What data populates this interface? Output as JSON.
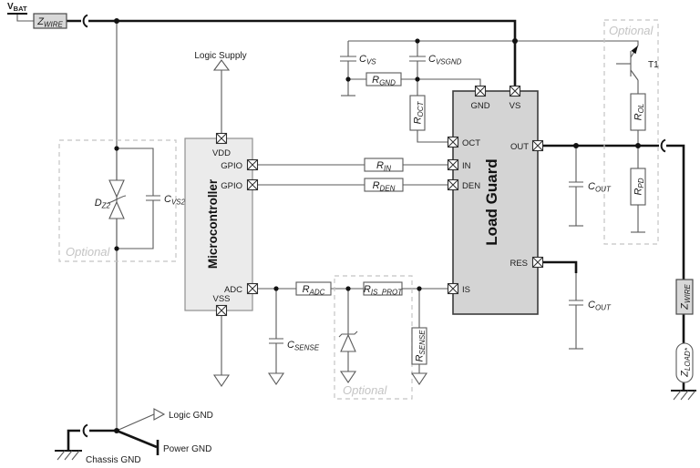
{
  "figure": {
    "kind": "application-circuit-schematic"
  },
  "optional_label": "Optional",
  "power": {
    "vbat": {
      "base": "V",
      "sub": "BAT"
    }
  },
  "components": {
    "z_wire_top": {
      "base": "Z",
      "sub": "WIRE"
    },
    "d_z2": {
      "base": "D",
      "sub": "Z2"
    },
    "c_vs2": {
      "base": "C",
      "sub": "VS2"
    },
    "c_vs": {
      "base": "C",
      "sub": "VS"
    },
    "c_vsgnd": {
      "base": "C",
      "sub": "VSGND"
    },
    "r_gnd": {
      "base": "R",
      "sub": "GND"
    },
    "r_oct": {
      "base": "R",
      "sub": "OCT"
    },
    "r_in": {
      "base": "R",
      "sub": "IN"
    },
    "r_den": {
      "base": "R",
      "sub": "DEN"
    },
    "r_adc": {
      "base": "R",
      "sub": "ADC"
    },
    "r_is_prot": {
      "base": "R",
      "sub": "IS_PROT"
    },
    "c_sense": {
      "base": "C",
      "sub": "SENSE"
    },
    "r_sense": {
      "base": "R",
      "sub": "SENSE"
    },
    "c_out1": {
      "base": "C",
      "sub": "OUT"
    },
    "c_out2": {
      "base": "C",
      "sub": "OUT"
    },
    "t1": "T1",
    "r_ol": {
      "base": "R",
      "sub": "OL"
    },
    "r_pd": {
      "base": "R",
      "sub": "PD"
    },
    "z_wire_right": {
      "base": "Z",
      "sub": "WIRE"
    },
    "z_load": {
      "base": "Z",
      "sub": "LOAD*"
    }
  },
  "mcu": {
    "title": "Microcontroller",
    "supply_label": "Logic Supply",
    "pins": {
      "vdd": "VDD",
      "gpio1": "GPIO",
      "gpio2": "GPIO",
      "adc": "ADC",
      "vss": "VSS"
    }
  },
  "load_guard": {
    "title": "Load Guard",
    "pins": {
      "gnd": "GND",
      "vs": "VS",
      "oct": "OCT",
      "in": "IN",
      "den": "DEN",
      "is": "IS",
      "out": "OUT",
      "res": "RES"
    }
  },
  "grounds": {
    "logic": "Logic GND",
    "power": "Power GND",
    "chassis": "Chassis GND"
  },
  "colors": {
    "wire": "#5a5a5a",
    "wire_thick": "#141414",
    "block_fill": "#ebebeb",
    "block_stroke": "#8f8f8f",
    "ic_fill": "#d4d4d4",
    "ic_stroke": "#3c3c3c",
    "component_fill": "#ffffff",
    "gray_box_fill": "#d8d8d8",
    "optional": "#c4c4c4",
    "text": "#1c1c1c"
  }
}
